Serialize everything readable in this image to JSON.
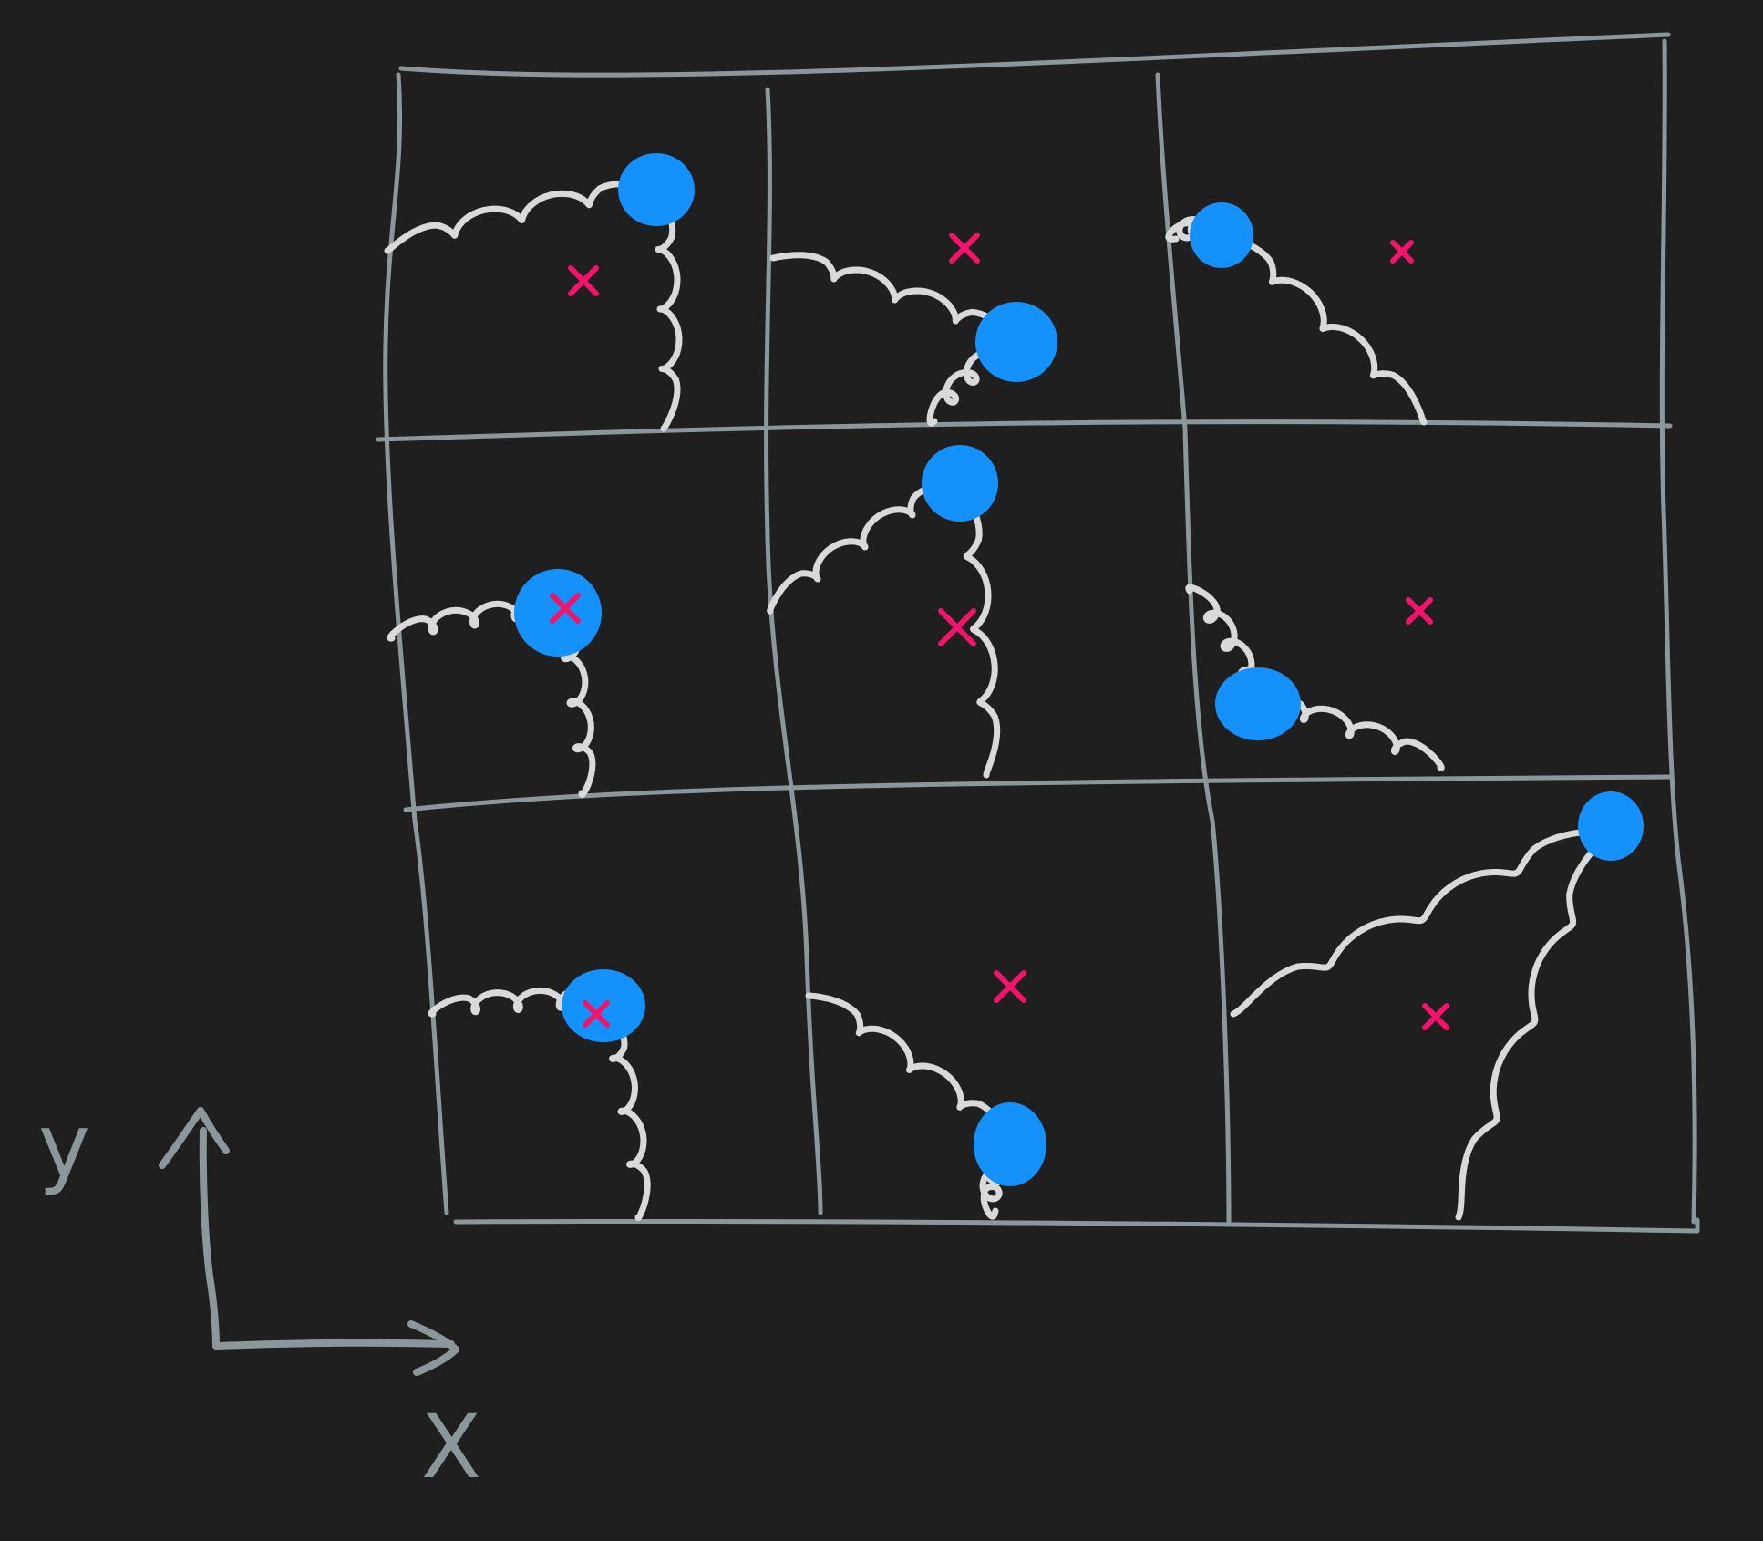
{
  "axes": {
    "x_label": "X",
    "y_label": "y"
  },
  "colors": {
    "background": "#201f1f",
    "grid": "#8c979c",
    "spring": "#d9d9d9",
    "mass": "#1591fb",
    "cross": "#f2146a"
  },
  "grid": {
    "rows": 3,
    "cols": 3
  },
  "cells": [
    {
      "row": 0,
      "col": 0,
      "springs": [
        "left",
        "bottom"
      ]
    },
    {
      "row": 0,
      "col": 1,
      "springs": [
        "left",
        "bottom"
      ]
    },
    {
      "row": 0,
      "col": 2,
      "springs": [
        "left",
        "bottom"
      ]
    },
    {
      "row": 1,
      "col": 0,
      "springs": [
        "left",
        "bottom"
      ]
    },
    {
      "row": 1,
      "col": 1,
      "springs": [
        "left",
        "bottom"
      ]
    },
    {
      "row": 1,
      "col": 2,
      "springs": [
        "left",
        "bottom"
      ]
    },
    {
      "row": 2,
      "col": 0,
      "springs": [
        "left",
        "bottom"
      ]
    },
    {
      "row": 2,
      "col": 1,
      "springs": [
        "left",
        "bottom"
      ]
    },
    {
      "row": 2,
      "col": 2,
      "springs": [
        "left",
        "bottom"
      ]
    }
  ]
}
